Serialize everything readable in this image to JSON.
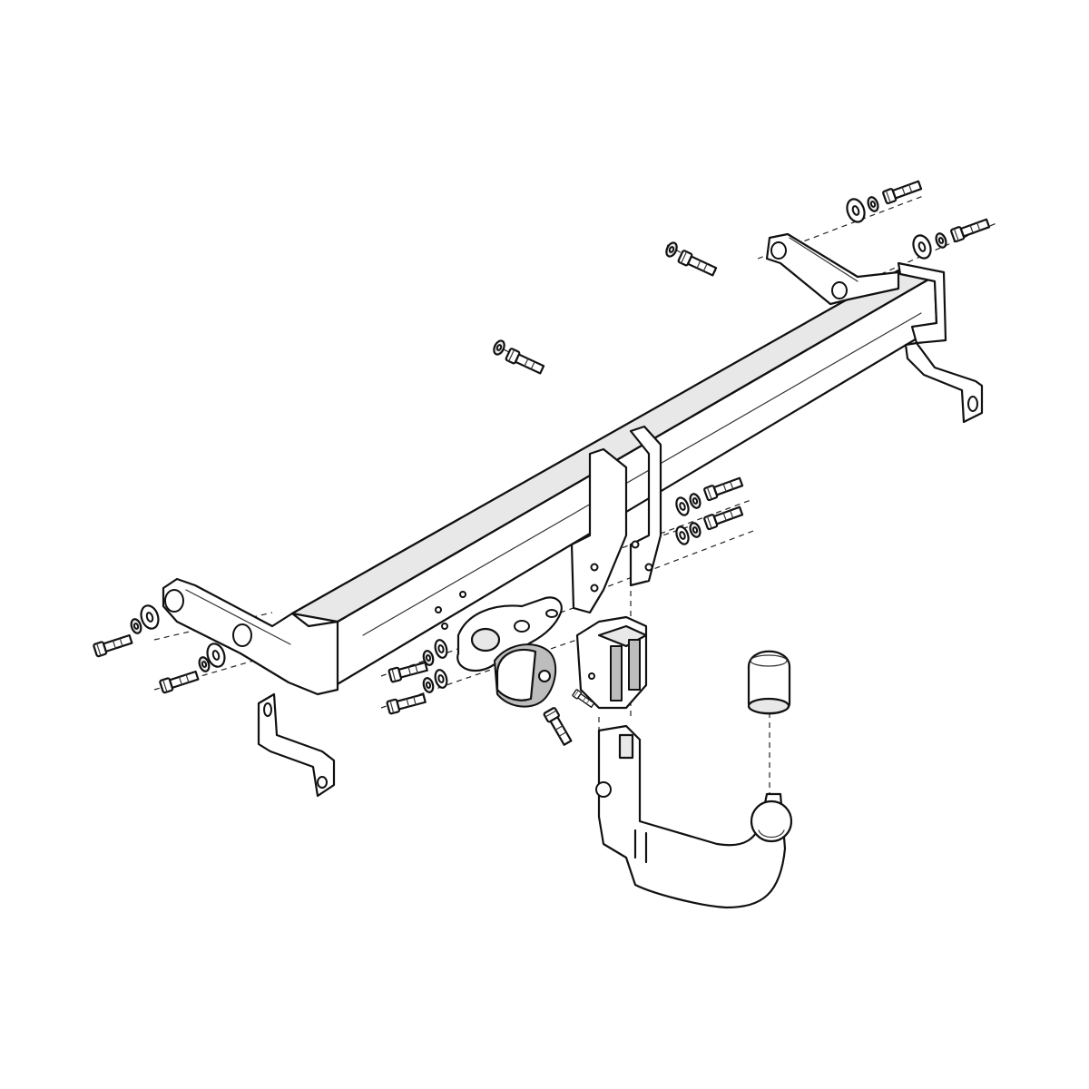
{
  "diagram": {
    "type": "exploded-assembly-line-drawing",
    "parts": [
      "main-crossbar",
      "left-mounting-bracket",
      "right-mounting-bracket",
      "left-lower-bracket",
      "right-lower-bracket",
      "center-hitch-plate",
      "ball-receiver-socket",
      "socket-holder-bracket",
      "electrical-socket",
      "detachable-tow-ball-neck",
      "tow-ball-cover-cap",
      "bolt",
      "washer",
      "nut"
    ],
    "colors": {
      "line": "#111111",
      "fill": "#ffffff",
      "shade": "#e8e8e8",
      "dark": "#bdbdbd"
    }
  }
}
